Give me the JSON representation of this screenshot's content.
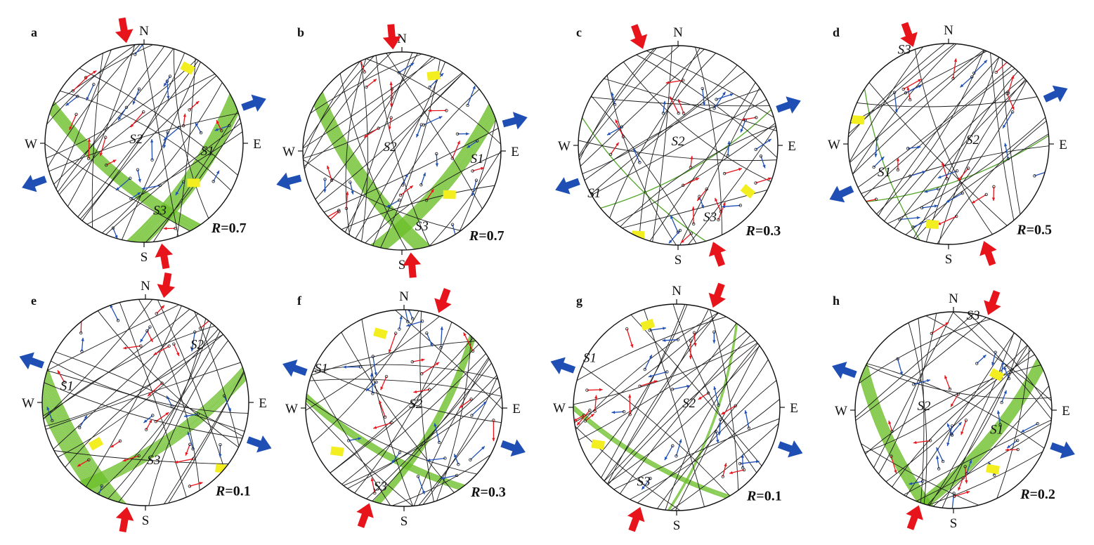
{
  "colors": {
    "compression": "#e8141c",
    "extension": "#1f4fb4",
    "girdle": "#6cbf2a",
    "girdle_dark": "#3f9a12",
    "misfit": "#f2ee1f",
    "line": "#1a1a1a"
  },
  "compass": {
    "north": "N",
    "south": "S",
    "east": "E",
    "west": "W"
  },
  "axis_labels": {
    "s1": "S1",
    "s2": "S2",
    "s3": "S3"
  },
  "ratio_prefix": "R",
  "panels": [
    {
      "label": "a",
      "ratio": "=0.7",
      "compression_azimuth": 350,
      "extension_azimuth": 70,
      "s1_pos": [
        0.82,
        0.56
      ],
      "s2_pos": [
        0.46,
        0.5
      ],
      "s3_pos": [
        0.58,
        0.86
      ],
      "girdles": [
        [
          -55,
          0.35,
          14
        ],
        [
          40,
          0.2,
          10
        ]
      ],
      "misfit_pts": [
        [
          0.72,
          0.12
        ],
        [
          0.75,
          0.7
        ]
      ],
      "seed": 11
    },
    {
      "label": "b",
      "ratio": "=0.7",
      "compression_azimuth": 355,
      "extension_azimuth": 75,
      "s1_pos": [
        0.88,
        0.56
      ],
      "s2_pos": [
        0.44,
        0.5
      ],
      "s3_pos": [
        0.6,
        0.9
      ],
      "girdles": [
        [
          -50,
          0.3,
          12
        ],
        [
          55,
          0.25,
          12
        ]
      ],
      "misfit_pts": [
        [
          0.66,
          0.12
        ],
        [
          0.74,
          0.72
        ]
      ],
      "seed": 22
    },
    {
      "label": "c",
      "ratio": "=0.3",
      "compression_azimuth": 340,
      "extension_azimuth": 70,
      "s1_pos": [
        0.08,
        0.76
      ],
      "s2_pos": [
        0.5,
        0.5
      ],
      "s3_pos": [
        0.66,
        0.88
      ],
      "girdles": [
        [
          -30,
          0.1,
          1
        ],
        [
          45,
          0.4,
          1
        ]
      ],
      "misfit_pts": [
        [
          0.85,
          0.73
        ],
        [
          0.3,
          0.95
        ]
      ],
      "seed": 33
    },
    {
      "label": "d",
      "ratio": "=0.5",
      "compression_azimuth": 340,
      "extension_azimuth": 65,
      "s1_pos": [
        0.18,
        0.66
      ],
      "s2_pos": [
        0.62,
        0.5
      ],
      "s3_pos": [
        0.28,
        0.05
      ],
      "girdles": [
        [
          -20,
          0.2,
          1
        ],
        [
          70,
          0.5,
          1
        ]
      ],
      "misfit_pts": [
        [
          0.05,
          0.38
        ],
        [
          0.42,
          0.9
        ]
      ],
      "seed": 44
    },
    {
      "label": "e",
      "ratio": "=0.1",
      "compression_azimuth": 10,
      "extension_azimuth": 110,
      "s1_pos": [
        0.12,
        0.44
      ],
      "s2_pos": [
        0.75,
        0.24
      ],
      "s3_pos": [
        0.54,
        0.8
      ],
      "girdles": [
        [
          60,
          0.55,
          18
        ],
        [
          -35,
          0.2,
          10
        ]
      ],
      "misfit_pts": [
        [
          0.26,
          0.7
        ],
        [
          0.87,
          0.82
        ]
      ],
      "seed": 55
    },
    {
      "label": "f",
      "ratio": "=0.3",
      "compression_azimuth": 20,
      "extension_azimuth": 110,
      "s1_pos": [
        0.08,
        0.32
      ],
      "s2_pos": [
        0.56,
        0.5
      ],
      "s3_pos": [
        0.38,
        0.92
      ],
      "girdles": [
        [
          -60,
          0.15,
          6
        ],
        [
          30,
          0.3,
          6
        ]
      ],
      "misfit_pts": [
        [
          0.38,
          0.12
        ],
        [
          0.16,
          0.72
        ]
      ],
      "seed": 66
    },
    {
      "label": "g",
      "ratio": "=0.1",
      "compression_azimuth": 20,
      "extension_azimuth": 110,
      "s1_pos": [
        0.08,
        0.28
      ],
      "s2_pos": [
        0.56,
        0.5
      ],
      "s3_pos": [
        0.34,
        0.88
      ],
      "girdles": [
        [
          30,
          0.4,
          4
        ],
        [
          -70,
          0.2,
          2
        ]
      ],
      "misfit_pts": [
        [
          0.36,
          0.1
        ],
        [
          0.12,
          0.68
        ]
      ],
      "seed": 77
    },
    {
      "label": "h",
      "ratio": "=0.2",
      "compression_azimuth": 200,
      "extension_azimuth": 110,
      "s1_pos": [
        0.72,
        0.62
      ],
      "s2_pos": [
        0.35,
        0.5
      ],
      "s3_pos": [
        0.6,
        0.04
      ],
      "girdles": [
        [
          65,
          0.5,
          10
        ],
        [
          -50,
          0.25,
          10
        ]
      ],
      "misfit_pts": [
        [
          0.72,
          0.32
        ],
        [
          0.7,
          0.8
        ]
      ],
      "seed": 88
    }
  ]
}
